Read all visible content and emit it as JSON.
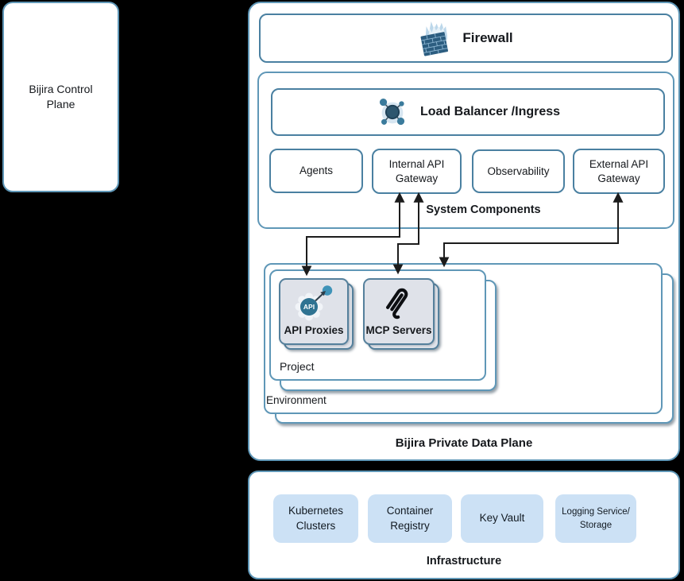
{
  "colors": {
    "background": "#000000",
    "border_light": "#5f97b7",
    "border_dark": "#4a80a1",
    "card_fill": "#dfe2e9",
    "chip_fill": "#cce1f5",
    "teal": "#2f7392",
    "teal_light": "#3f93b8",
    "slate": "#2d566e",
    "arrow": "#1c1c1c"
  },
  "control_plane": {
    "label": "Bijira Control Plane"
  },
  "data_plane": {
    "label": "Bijira Private Data Plane",
    "firewall": {
      "label": "Firewall"
    },
    "system_components": {
      "label": "System Components",
      "load_balancer": {
        "label": "Load Balancer /Ingress"
      },
      "boxes": [
        {
          "label": "Agents"
        },
        {
          "label": "Internal API Gateway"
        },
        {
          "label": "Observability"
        },
        {
          "label": "External API Gateway"
        }
      ]
    },
    "environment": {
      "label": "Environment",
      "project": {
        "label": "Project",
        "cards": [
          {
            "label": "API Proxies",
            "badge": "API"
          },
          {
            "label": "MCP Servers"
          }
        ]
      }
    }
  },
  "infrastructure": {
    "label": "Infrastructure",
    "chips": [
      {
        "label": "Kubernetes Clusters"
      },
      {
        "label": "Container Registry"
      },
      {
        "label": "Key Vault"
      },
      {
        "label": "Logging Service/ Storage"
      }
    ]
  }
}
